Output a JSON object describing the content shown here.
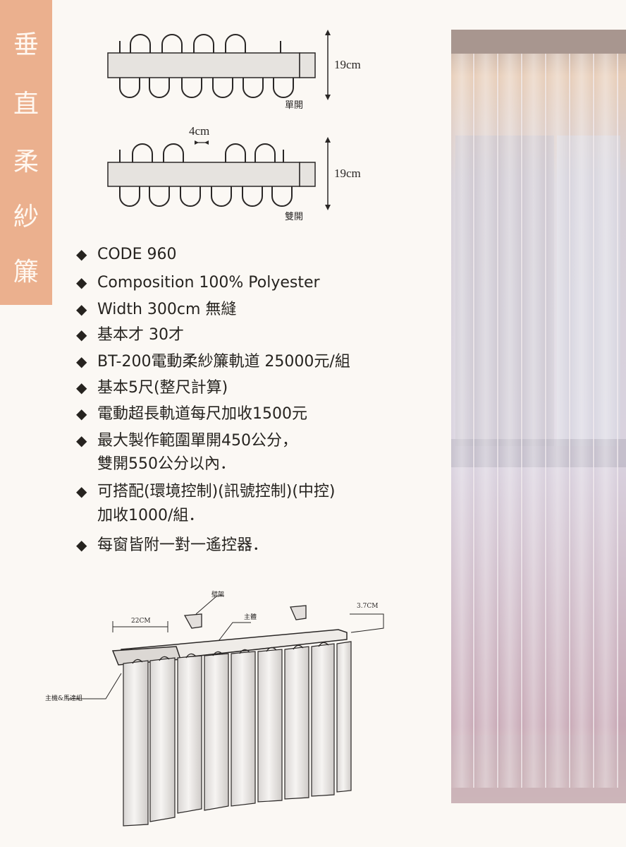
{
  "side_title": [
    "垂",
    "直",
    "柔",
    "紗",
    "簾"
  ],
  "diagram_single": {
    "height_label": "19cm",
    "open_label": "單開"
  },
  "diagram_double": {
    "spacing_label": "4cm",
    "height_label": "19cm",
    "open_label": "雙開"
  },
  "specs": [
    {
      "text": "CODE 960"
    },
    {
      "text": "Composition 100% Polyester"
    },
    {
      "text": "Width 300cm 無縫"
    },
    {
      "text": "基本才 30才"
    },
    {
      "text": "BT-200電動柔紗簾軌道 25000元/組"
    },
    {
      "text": "基本5尺(整尺計算)"
    },
    {
      "text": "電動超長軌道每尺加收1500元"
    },
    {
      "text": "最大製作範圍單開450公分，",
      "cont": "雙開550公分以內．"
    },
    {
      "text": "可搭配(環境控制)(訊號控制)(中控)",
      "cont": "加收1000/組．"
    },
    {
      "text": "每窗皆附一對一遙控器．"
    }
  ],
  "track_diagram": {
    "bracket_label": "壁架",
    "body_label": "主體",
    "width_label": "22CM",
    "depth_label": "3.7CM",
    "motor_label": "主機&馬達組"
  },
  "colors": {
    "side_tab": "#ebb08e",
    "side_text": "#fff8f1",
    "page": "#fbf8f4"
  }
}
